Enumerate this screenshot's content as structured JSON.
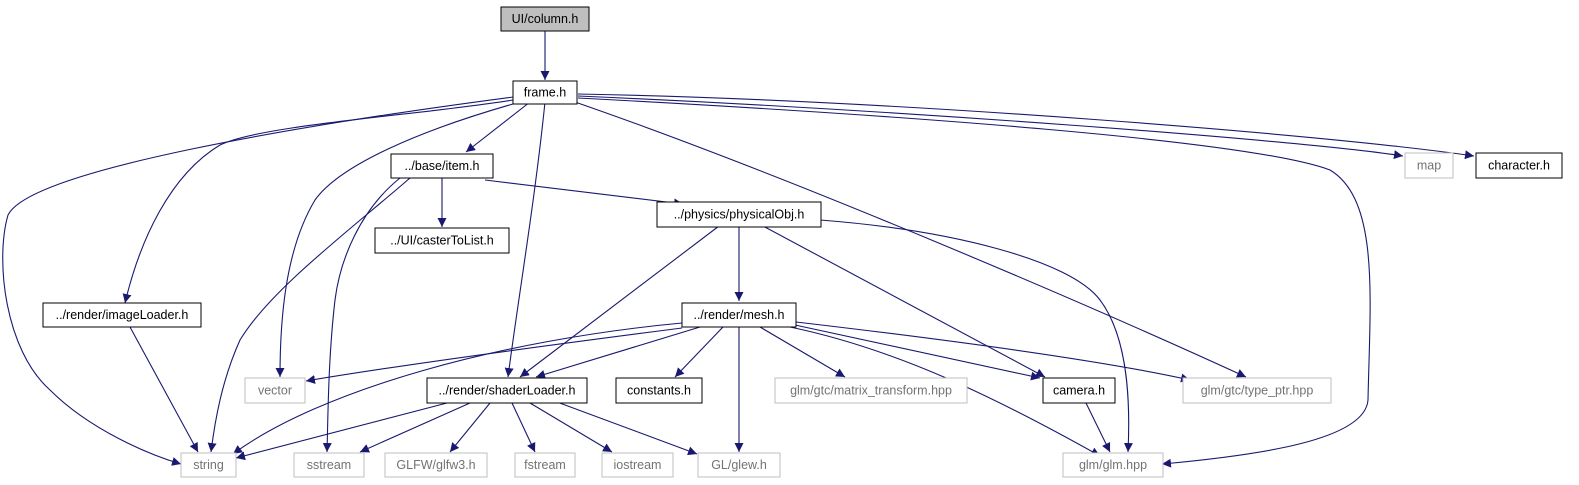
{
  "nodes": {
    "column_h": "UI/column.h",
    "frame_h": "frame.h",
    "item_h": "../base/item.h",
    "map": "map",
    "character_h": "character.h",
    "casterToList_h": "../UI/casterToList.h",
    "physicalObj_h": "../physics/physicalObj.h",
    "imageLoader_h": "../render/imageLoader.h",
    "mesh_h": "../render/mesh.h",
    "vector": "vector",
    "shaderLoader_h": "../render/shaderLoader.h",
    "constants_h": "constants.h",
    "matrix_transform": "glm/gtc/matrix_transform.hpp",
    "camera_h": "camera.h",
    "type_ptr": "glm/gtc/type_ptr.hpp",
    "string": "string",
    "sstream": "sstream",
    "glfw3": "GLFW/glfw3.h",
    "fstream": "fstream",
    "iostream": "iostream",
    "glew": "GL/glew.h",
    "glm_hpp": "glm/glm.hpp"
  },
  "node_kinds": {
    "root": [
      "column_h"
    ],
    "external": [
      "map",
      "vector",
      "string",
      "sstream",
      "glfw3",
      "fstream",
      "iostream",
      "glew",
      "glm_hpp",
      "matrix_transform",
      "type_ptr"
    ]
  },
  "colors": {
    "edge": "#191970",
    "root_fill": "#bfbfbf",
    "external_border": "#bfbfbf",
    "external_text": "#737373"
  },
  "edges": [
    [
      "column_h",
      "frame_h"
    ],
    [
      "frame_h",
      "string"
    ],
    [
      "frame_h",
      "imageLoader_h"
    ],
    [
      "frame_h",
      "vector"
    ],
    [
      "frame_h",
      "item_h"
    ],
    [
      "frame_h",
      "shaderLoader_h"
    ],
    [
      "frame_h",
      "type_ptr"
    ],
    [
      "frame_h",
      "map"
    ],
    [
      "frame_h",
      "character_h"
    ],
    [
      "frame_h",
      "glm_hpp"
    ],
    [
      "item_h",
      "casterToList_h"
    ],
    [
      "item_h",
      "physicalObj_h"
    ],
    [
      "item_h",
      "string"
    ],
    [
      "item_h",
      "sstream"
    ],
    [
      "physicalObj_h",
      "mesh_h"
    ],
    [
      "physicalObj_h",
      "shaderLoader_h"
    ],
    [
      "physicalObj_h",
      "camera_h"
    ],
    [
      "physicalObj_h",
      "glm_hpp"
    ],
    [
      "imageLoader_h",
      "string"
    ],
    [
      "mesh_h",
      "vector"
    ],
    [
      "mesh_h",
      "shaderLoader_h"
    ],
    [
      "mesh_h",
      "string"
    ],
    [
      "mesh_h",
      "constants_h"
    ],
    [
      "mesh_h",
      "matrix_transform"
    ],
    [
      "mesh_h",
      "camera_h"
    ],
    [
      "mesh_h",
      "type_ptr"
    ],
    [
      "mesh_h",
      "glew"
    ],
    [
      "mesh_h",
      "glm_hpp"
    ],
    [
      "shaderLoader_h",
      "string"
    ],
    [
      "shaderLoader_h",
      "sstream"
    ],
    [
      "shaderLoader_h",
      "glfw3"
    ],
    [
      "shaderLoader_h",
      "fstream"
    ],
    [
      "shaderLoader_h",
      "iostream"
    ],
    [
      "shaderLoader_h",
      "glew"
    ],
    [
      "camera_h",
      "glm_hpp"
    ]
  ]
}
